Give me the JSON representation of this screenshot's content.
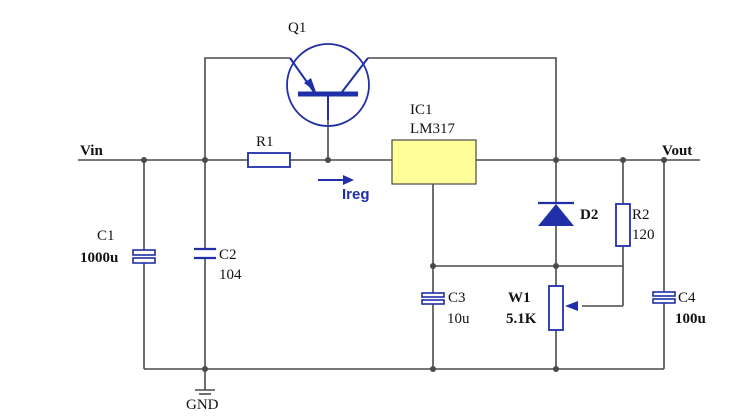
{
  "labels": {
    "vin": "Vin",
    "vout": "Vout",
    "gnd": "GND",
    "ireg": "Ireg",
    "q1": "Q1",
    "r1": "R1",
    "ic1_ref": "IC1",
    "ic1_part": "LM317",
    "d2": "D2",
    "r2_ref": "R2",
    "r2_val": "120",
    "c1_ref": "C1",
    "c1_val": "1000u",
    "c2_ref": "C2",
    "c2_val": "104",
    "c3_ref": "C3",
    "c3_val": "10u",
    "w1_ref": "W1",
    "w1_val": "5.1K",
    "c4_ref": "C4",
    "c4_val": "100u"
  },
  "colors": {
    "wire": "#4a4a4a",
    "component": "#1f2fa8",
    "ic_fill": "#ffff99"
  }
}
